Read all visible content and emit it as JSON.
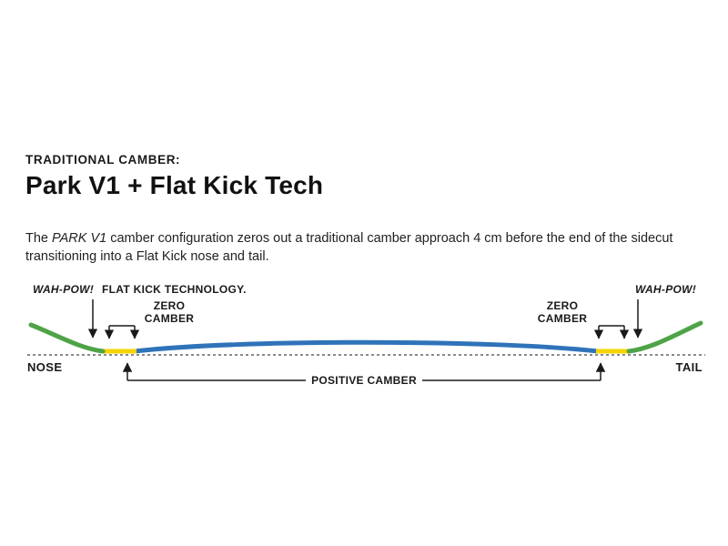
{
  "header": {
    "kicker": "TRADITIONAL CAMBER:",
    "title": "Park V1 + Flat Kick Tech"
  },
  "paragraph": {
    "part1": "The ",
    "brand": "PARK V1",
    "part2": " camber configuration zeros out a traditional camber approach 4 cm before the end of the sidecut transitioning into a Flat Kick nose and tail."
  },
  "diagram": {
    "labels": {
      "wah_pow_left": "WAH-POW!",
      "flat_kick": "FLAT KICK TECHNOLOGY.",
      "zero_line1": "ZERO",
      "zero_line2": "CAMBER",
      "wah_pow_right": "WAH-POW!",
      "nose": "NOSE",
      "tail": "TAIL",
      "positive_camber": "POSITIVE CAMBER"
    },
    "colors": {
      "nose_tail_rocker": "#4fa347",
      "zero_camber_zone": "#f6d400",
      "positive_camber_zone": "#2f73b9",
      "annotation": "#1a1a1a",
      "baseline": "#444444"
    }
  }
}
